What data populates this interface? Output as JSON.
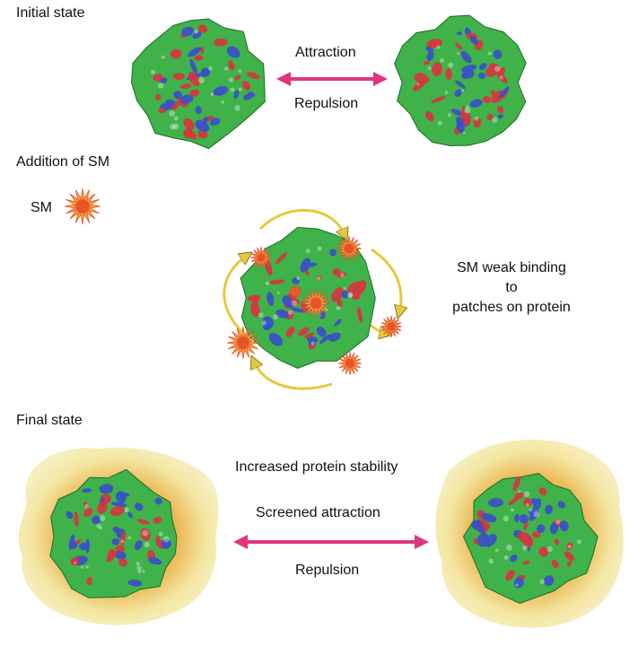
{
  "sections": {
    "initial_title": "Initial state",
    "addition_title": "Addition of SM",
    "final_title": "Final state"
  },
  "initial": {
    "attraction": "Attraction",
    "repulsion": "Repulsion"
  },
  "addition": {
    "sm_legend": "SM",
    "binding_line1": "SM weak binding",
    "binding_line2": "to",
    "binding_line3": "patches on protein"
  },
  "final": {
    "stability": "Increased protein stability",
    "screened": "Screened attraction",
    "repulsion": "Repulsion"
  },
  "colors": {
    "protein_green": "#3fb24a",
    "protein_blue": "#3a4fc8",
    "protein_red": "#d8343f",
    "arrow_magenta": "#e0357e",
    "sm_orange": "#e8542a",
    "halo_yellow": "#f3e7a2",
    "curve_arrow": "#e6c93a"
  }
}
